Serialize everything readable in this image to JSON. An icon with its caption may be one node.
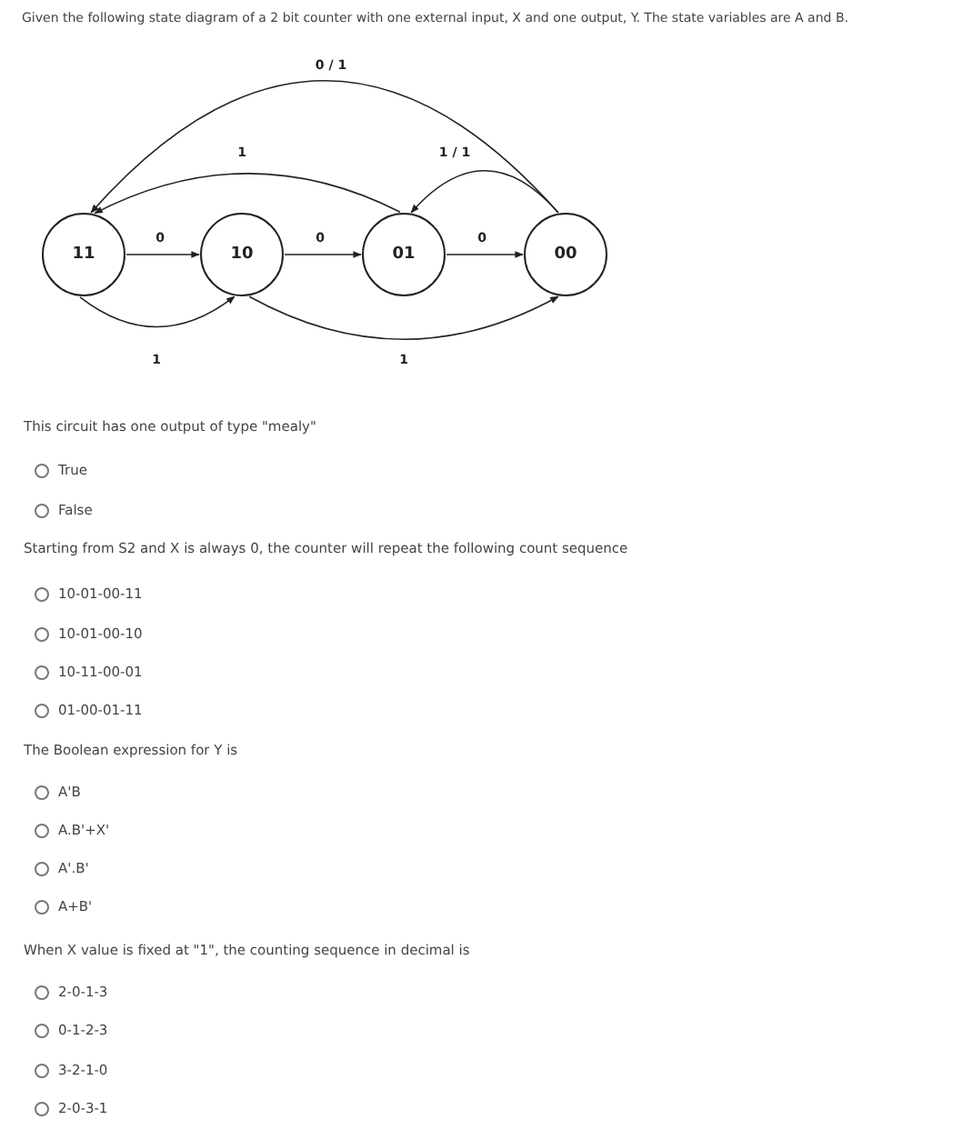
{
  "diagram": {
    "title": "Given the following state diagram of a 2 bit counter with one external input, X and one output, Y. The state variables are A and B.",
    "nodes": [
      {
        "text": [
          "11"
        ]
      },
      {
        "text": [
          "10"
        ]
      },
      {
        "text": [
          "01"
        ]
      },
      {
        "text": [
          "00"
        ]
      }
    ],
    "edges": [
      {
        "from": 0,
        "to": 1,
        "arrow": "to",
        "label": "0"
      },
      {
        "from": 1,
        "to": 2,
        "arrow": "to",
        "label": "0"
      },
      {
        "from": 2,
        "to": 3,
        "arrow": "to",
        "label": "0"
      },
      {
        "from": 0,
        "to": 1,
        "arrow": "to",
        "label": "1"
      },
      {
        "from": 1,
        "to": 3,
        "arrow": "to",
        "label": "1"
      },
      {
        "from": 3,
        "to": 0,
        "arrow": "to",
        "label": "0 / 1"
      },
      {
        "from": 2,
        "to": 0,
        "arrow": "to",
        "label": "1"
      },
      {
        "from": 3,
        "to": 2,
        "arrow": "to",
        "label": "1 / 1"
      }
    ],
    "labels": [
      "This circuit has one output of type \"mealy\"",
      "True",
      "False",
      "Starting from S2 and X is always 0, the counter will repeat the following count sequence",
      "10-01-00-11",
      "10-01-00-10",
      "10-11-00-01",
      "01-00-01-11",
      "The Boolean expression for Y is",
      "A'B",
      "A.B'+X'",
      "A'.B'",
      "A+B'",
      "When X value is fixed at \"1\", the counting sequence in decimal is",
      "2-0-1-3",
      "0-1-2-3",
      "3-2-1-0",
      "2-0-3-1"
    ]
  }
}
